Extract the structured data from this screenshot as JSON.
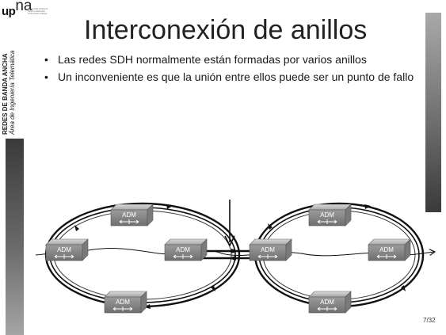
{
  "logo": {
    "text_up": "up",
    "text_na": "na",
    "subtext": "Universidad Pública de Navarra Nafarroako Unibertsitate Publikoa"
  },
  "side_label": {
    "line1": "REDES DE BANDA ANCHA",
    "line2": "Área de Ingeniería Telemática"
  },
  "title": "Interconexión de anillos",
  "bullets": [
    "Las redes SDH normalmente están formadas por varios anillos",
    "Un inconveniente es que la unión entre ellos puede ser un punto de fallo"
  ],
  "bullet_marker": "•",
  "diagram": {
    "node_label": "ADM",
    "left_ring_nodes": [
      "ADM",
      "ADM",
      "ADM",
      "ADM"
    ],
    "right_ring_nodes": [
      "ADM",
      "ADM",
      "ADM",
      "ADM"
    ]
  },
  "colors": {
    "ring": "#111111",
    "adm_box_top": "#c8c8c8",
    "adm_box_front": "#8e8e8e",
    "adm_text": "#ffffff",
    "left_bar": "#4a4a4a",
    "right_bar": "#6e6e6e"
  },
  "page_number": "7/32"
}
